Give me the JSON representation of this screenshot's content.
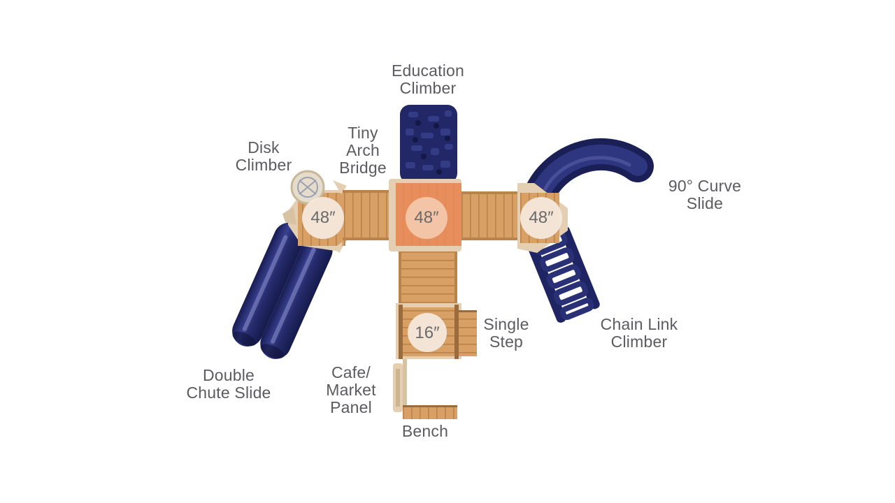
{
  "components": {
    "education_climber": "Education\nClimber",
    "tiny_arch_bridge": "Tiny\nArch\nBridge",
    "disk_climber": "Disk\nClimber",
    "curve_slide": "90° Curve\nSlide",
    "chain_link_climber": "Chain Link\nClimber",
    "single_step": "Single\nStep",
    "double_chute_slide": "Double\nChute Slide",
    "cafe_market_panel": "Cafe/\nMarket\nPanel",
    "bench": "Bench"
  },
  "deck_heights": {
    "left": "48″",
    "center": "48″",
    "right": "48″",
    "lower": "16″"
  },
  "colors": {
    "wood": "#d8a064",
    "wood_dark": "#b9834b",
    "plastic": "#e4cfb2",
    "center_deck": "#ec8a5c",
    "navy": "#222867",
    "height_badge": "#f6e8dc",
    "label_text": "#5b5b60"
  }
}
